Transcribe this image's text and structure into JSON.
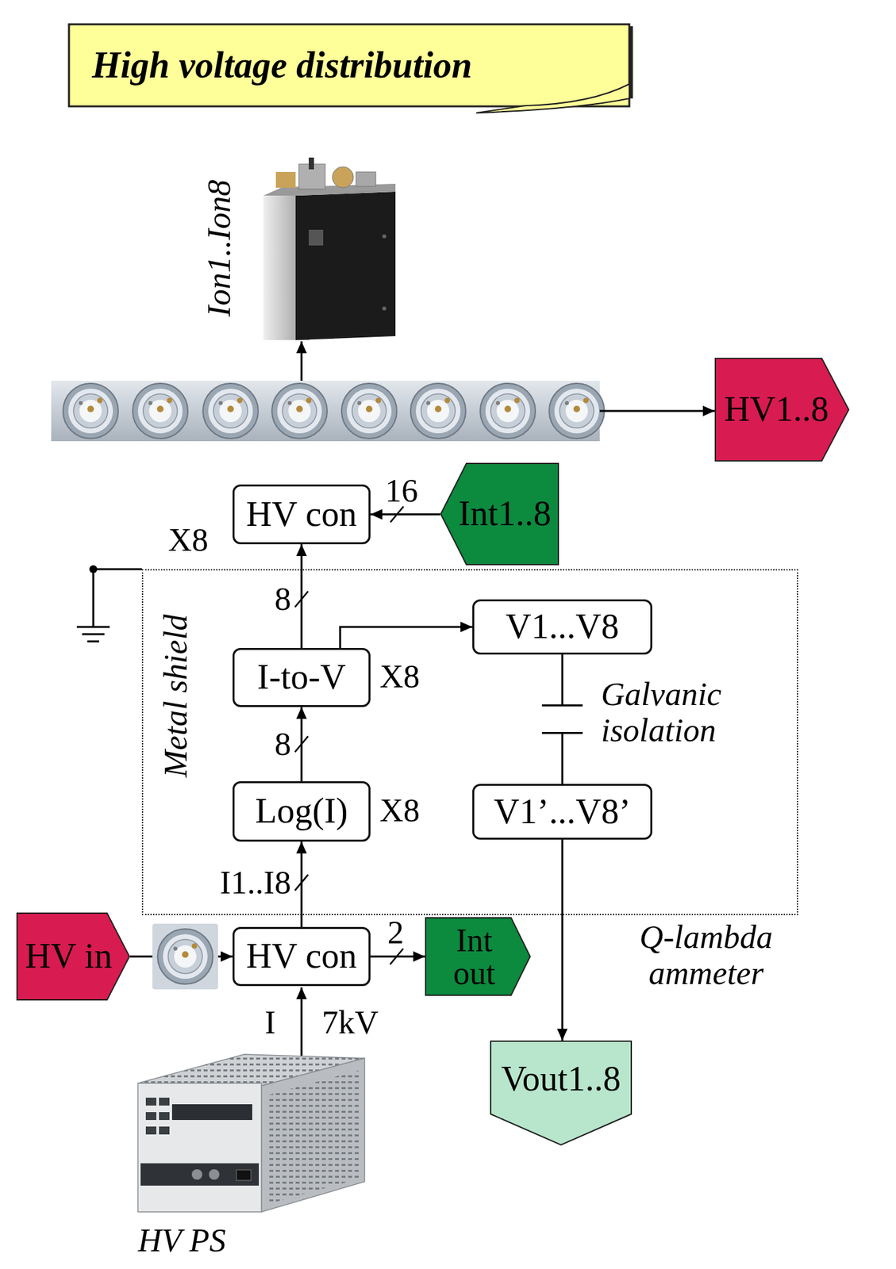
{
  "diagram": {
    "title": "High voltage distribution",
    "nodes": [
      {
        "text": [
          "HV1..8"
        ]
      },
      {
        "text": [
          "Int1..8"
        ]
      },
      {
        "text": [
          "HV con"
        ]
      },
      {
        "text": [
          "Metal shield"
        ]
      },
      {
        "text": [
          "V1...V8"
        ],
        "in": 3
      },
      {
        "text": [
          "I-to-V"
        ],
        "in": 3
      },
      {
        "text": [
          "Log(I)"
        ],
        "in": 3
      },
      {
        "text": [
          "V1’...V8’"
        ],
        "in": 3
      },
      {
        "text": [
          "HV in"
        ]
      },
      {
        "text": [
          "Int out"
        ]
      },
      {
        "text": [
          "HV con"
        ]
      },
      {
        "text": [
          "Vout1..8"
        ]
      }
    ],
    "edges": [
      {
        "from": 1,
        "to": 2,
        "arrow": "to",
        "label": "16"
      },
      {
        "from": 10,
        "to": 6,
        "arrow": "to",
        "label": "I1..I8"
      },
      {
        "from": 6,
        "to": 5,
        "arrow": "to",
        "label": "8"
      },
      {
        "from": 5,
        "to": 2,
        "arrow": "to",
        "label": "8"
      },
      {
        "from": 5,
        "to": 4,
        "arrow": "to"
      },
      {
        "from": 4,
        "to": 7,
        "arrow": "none"
      },
      {
        "from": 7,
        "to": 11,
        "arrow": "to"
      },
      {
        "from": 8,
        "to": 10,
        "arrow": "to"
      },
      {
        "from": 10,
        "to": 9,
        "arrow": "to",
        "label": "2"
      }
    ],
    "labels": [
      "Ion1..Ion8",
      "X8",
      "X8",
      "Galvanic isolation",
      "X8",
      "Q-lambda ammeter",
      "I",
      "7kV",
      "HV PS"
    ]
  }
}
